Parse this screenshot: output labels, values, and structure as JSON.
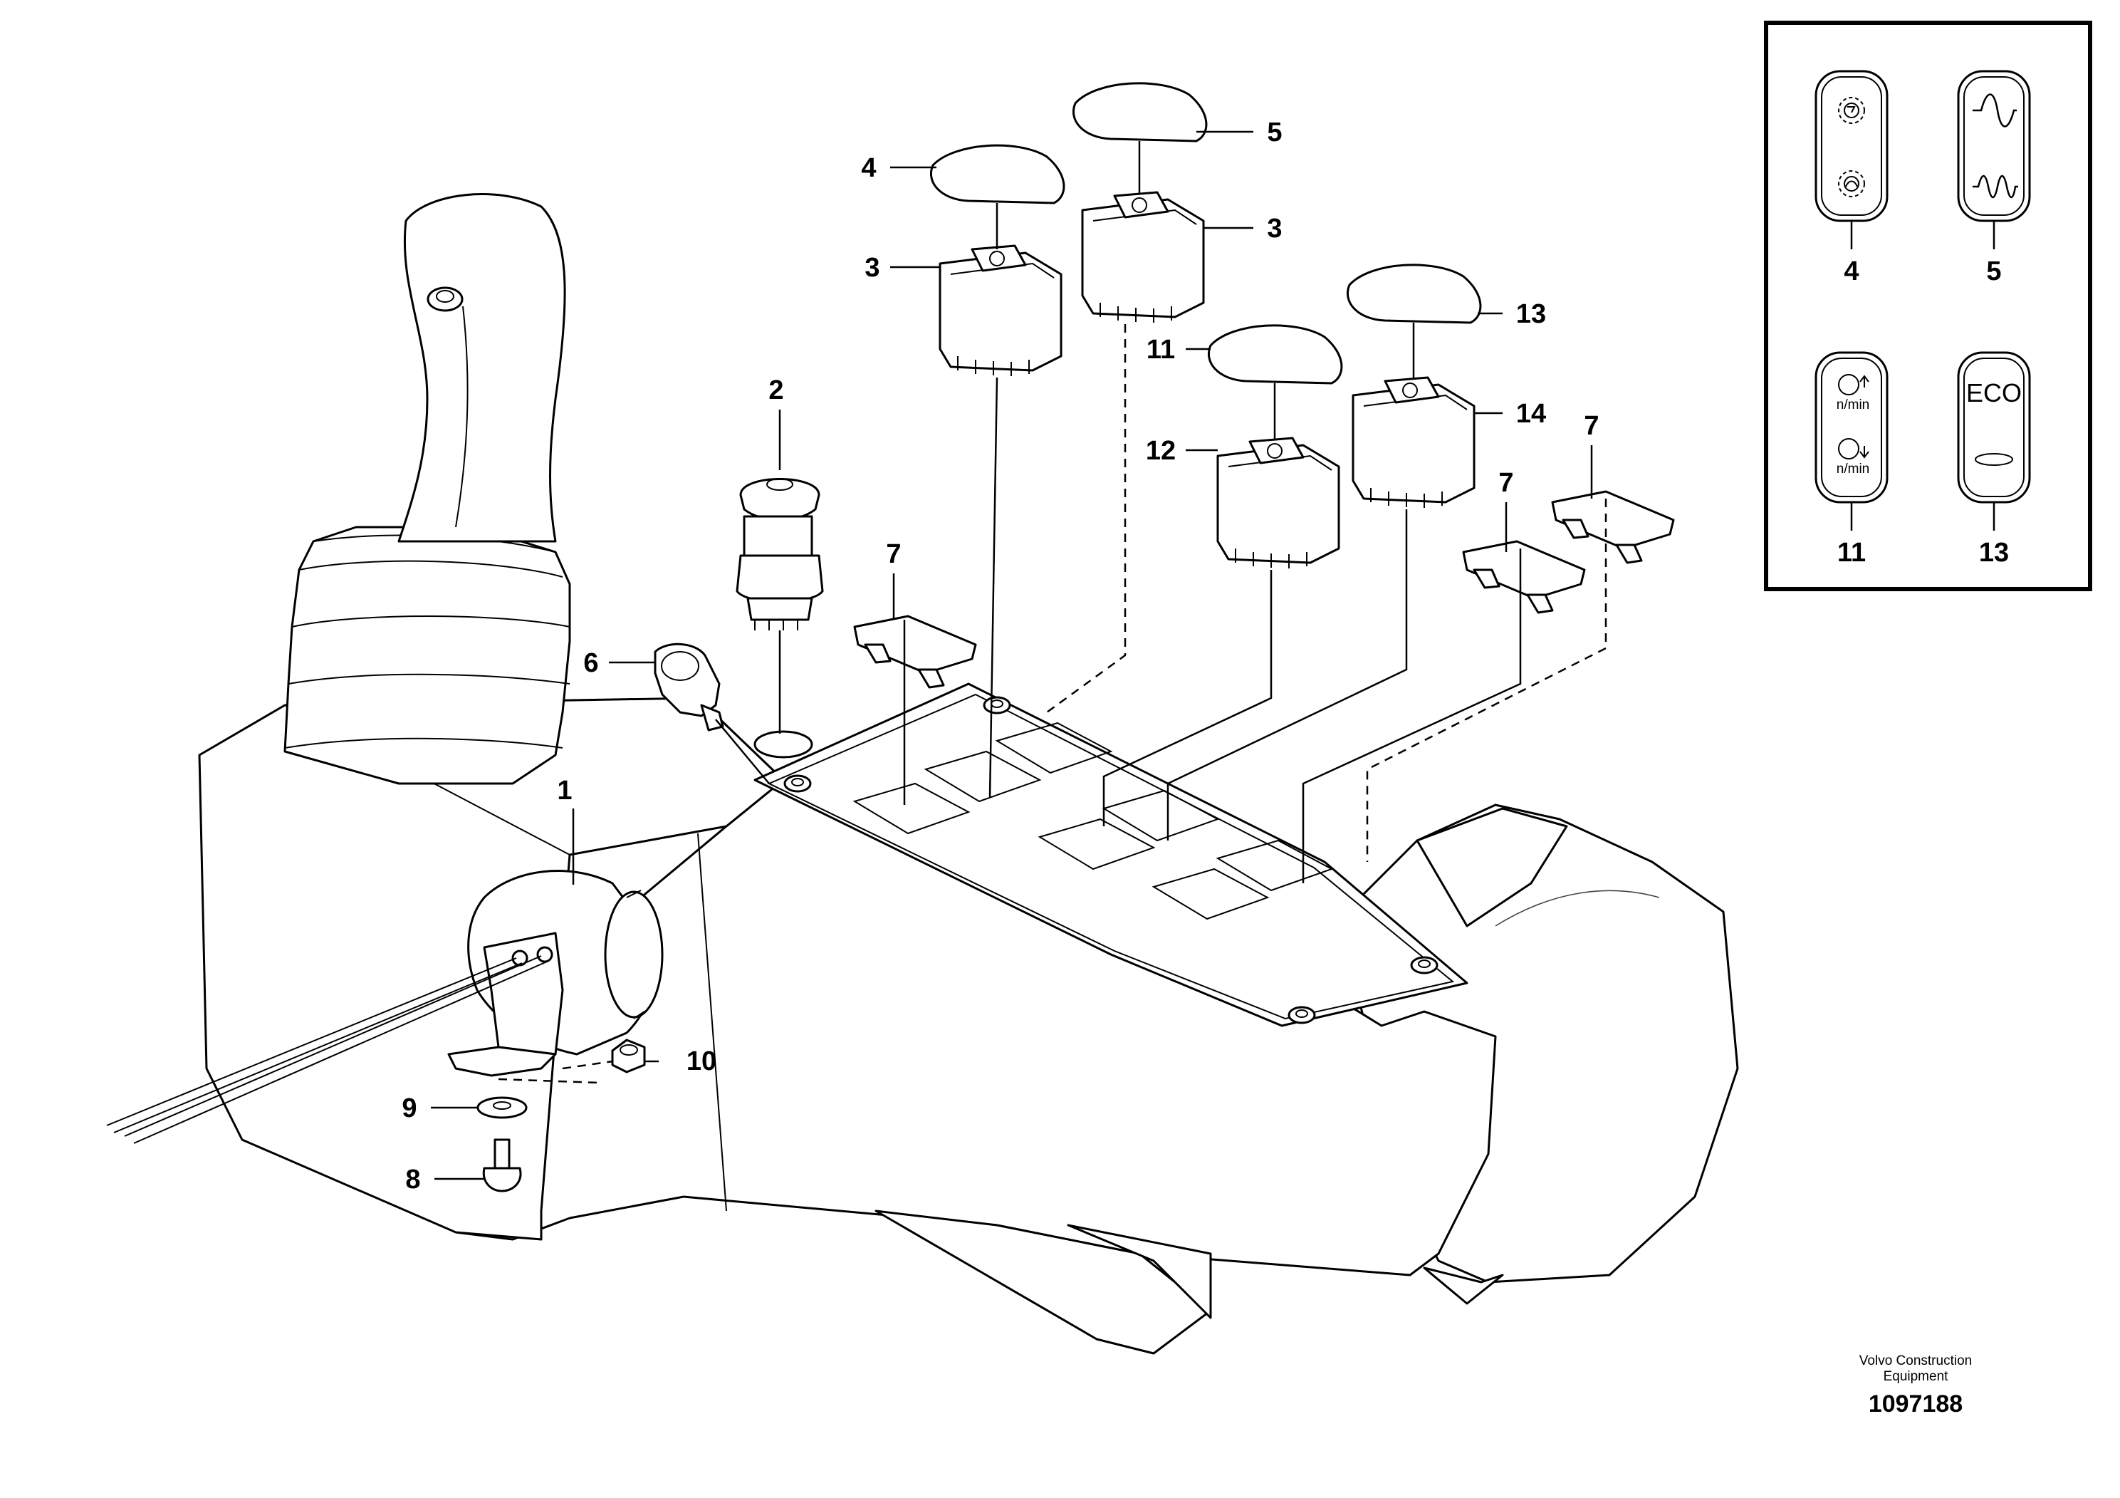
{
  "diagram": {
    "callouts": [
      {
        "id": "c1",
        "text": "1"
      },
      {
        "id": "c2",
        "text": "2"
      },
      {
        "id": "c3a",
        "text": "3"
      },
      {
        "id": "c3b",
        "text": "3"
      },
      {
        "id": "c4",
        "text": "4"
      },
      {
        "id": "c5",
        "text": "5"
      },
      {
        "id": "c6",
        "text": "6"
      },
      {
        "id": "c7a",
        "text": "7"
      },
      {
        "id": "c7b",
        "text": "7"
      },
      {
        "id": "c7c",
        "text": "7"
      },
      {
        "id": "c8",
        "text": "8"
      },
      {
        "id": "c9",
        "text": "9"
      },
      {
        "id": "c10",
        "text": "10"
      },
      {
        "id": "c11",
        "text": "11"
      },
      {
        "id": "c12",
        "text": "12"
      },
      {
        "id": "c13",
        "text": "13"
      },
      {
        "id": "c14",
        "text": "14"
      }
    ],
    "legend_labels": {
      "k4": "4",
      "k5": "5",
      "k11": "11",
      "k13": "13"
    },
    "switch_symbols": {
      "eco_text": "ECO",
      "rpm_text": "n/min",
      "icons": [
        "cog-fast-icon",
        "cog-slow-icon",
        "sine-wave-icon",
        "rough-wave-icon",
        "engine-speed-up-icon",
        "engine-speed-down-icon",
        "eco-icon",
        "indicator-lamp-icon"
      ]
    }
  },
  "footer": {
    "publisher": "Volvo Construction Equipment",
    "publisher_line1": "Volvo Construction",
    "publisher_line2": "Equipment",
    "figure_number": "1097188"
  }
}
